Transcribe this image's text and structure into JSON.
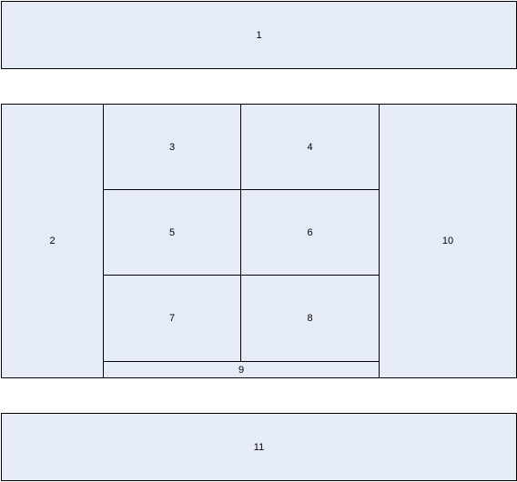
{
  "colors": {
    "fill": "#e6ecf7",
    "stroke": "#000000"
  },
  "boxes": {
    "b1": "1",
    "b2": "2",
    "b3": "3",
    "b4": "4",
    "b5": "5",
    "b6": "6",
    "b7": "7",
    "b8": "8",
    "b9": "9",
    "b10": "10",
    "b11": "11"
  }
}
